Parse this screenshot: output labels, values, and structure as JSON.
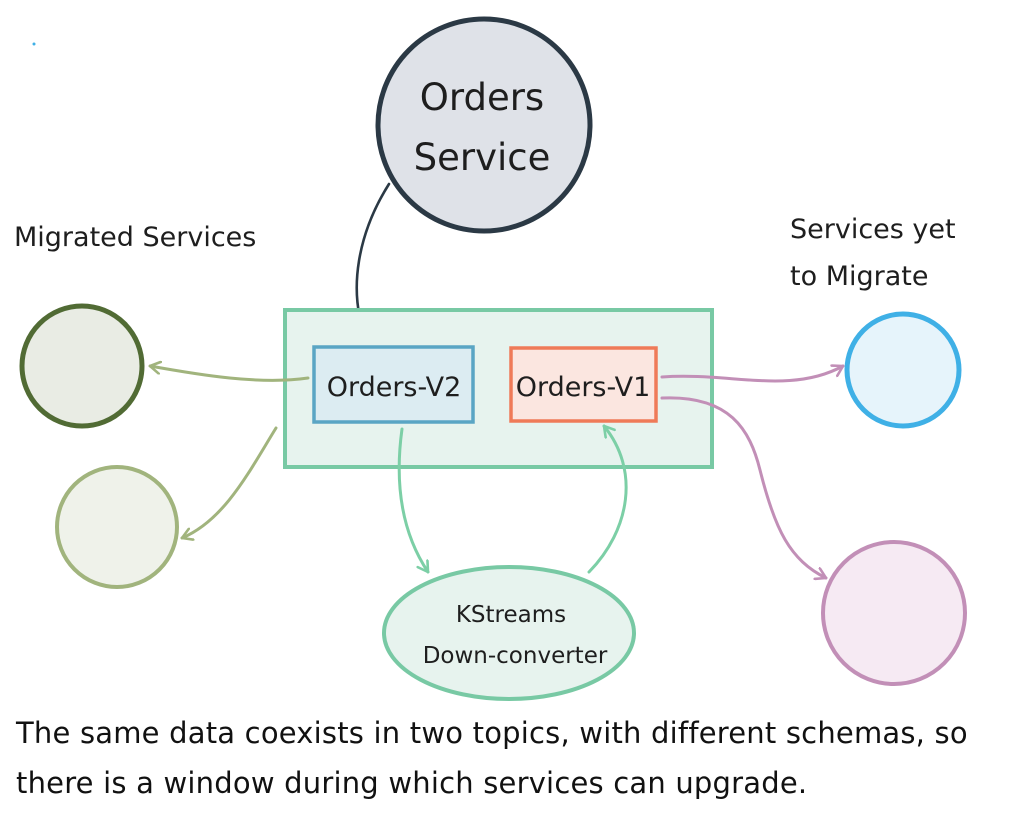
{
  "nodes": {
    "orders_service": {
      "line1": "Orders",
      "line2": "Service"
    },
    "topic_v2": {
      "label": "Orders-V2"
    },
    "topic_v1": {
      "label": "Orders-V1"
    },
    "converter": {
      "line1": "KStreams",
      "line2": "Down-converter"
    }
  },
  "labels": {
    "migrated": "Migrated Services",
    "yet_line1": "Services yet",
    "yet_line2": "to Migrate"
  },
  "caption": {
    "line1": "The same data coexists in two topics, with different schemas, so",
    "line2": "there is a window during which services can upgrade."
  },
  "colors": {
    "orders_service_fill": "#dfe2e8",
    "orders_service_stroke": "#2b3945",
    "box_stroke": "#78c9a4",
    "box_fill": "#e7f3ee",
    "v2_stroke": "#5aa5c4",
    "v2_fill": "#dcecf2",
    "v1_stroke": "#ef7a58",
    "v1_fill": "#fbe6e0",
    "migrated_dark": "#516b34",
    "migrated_light": "#a1b47d",
    "yet_blue": "#3fb0e6",
    "yet_purple": "#c28fb7"
  }
}
